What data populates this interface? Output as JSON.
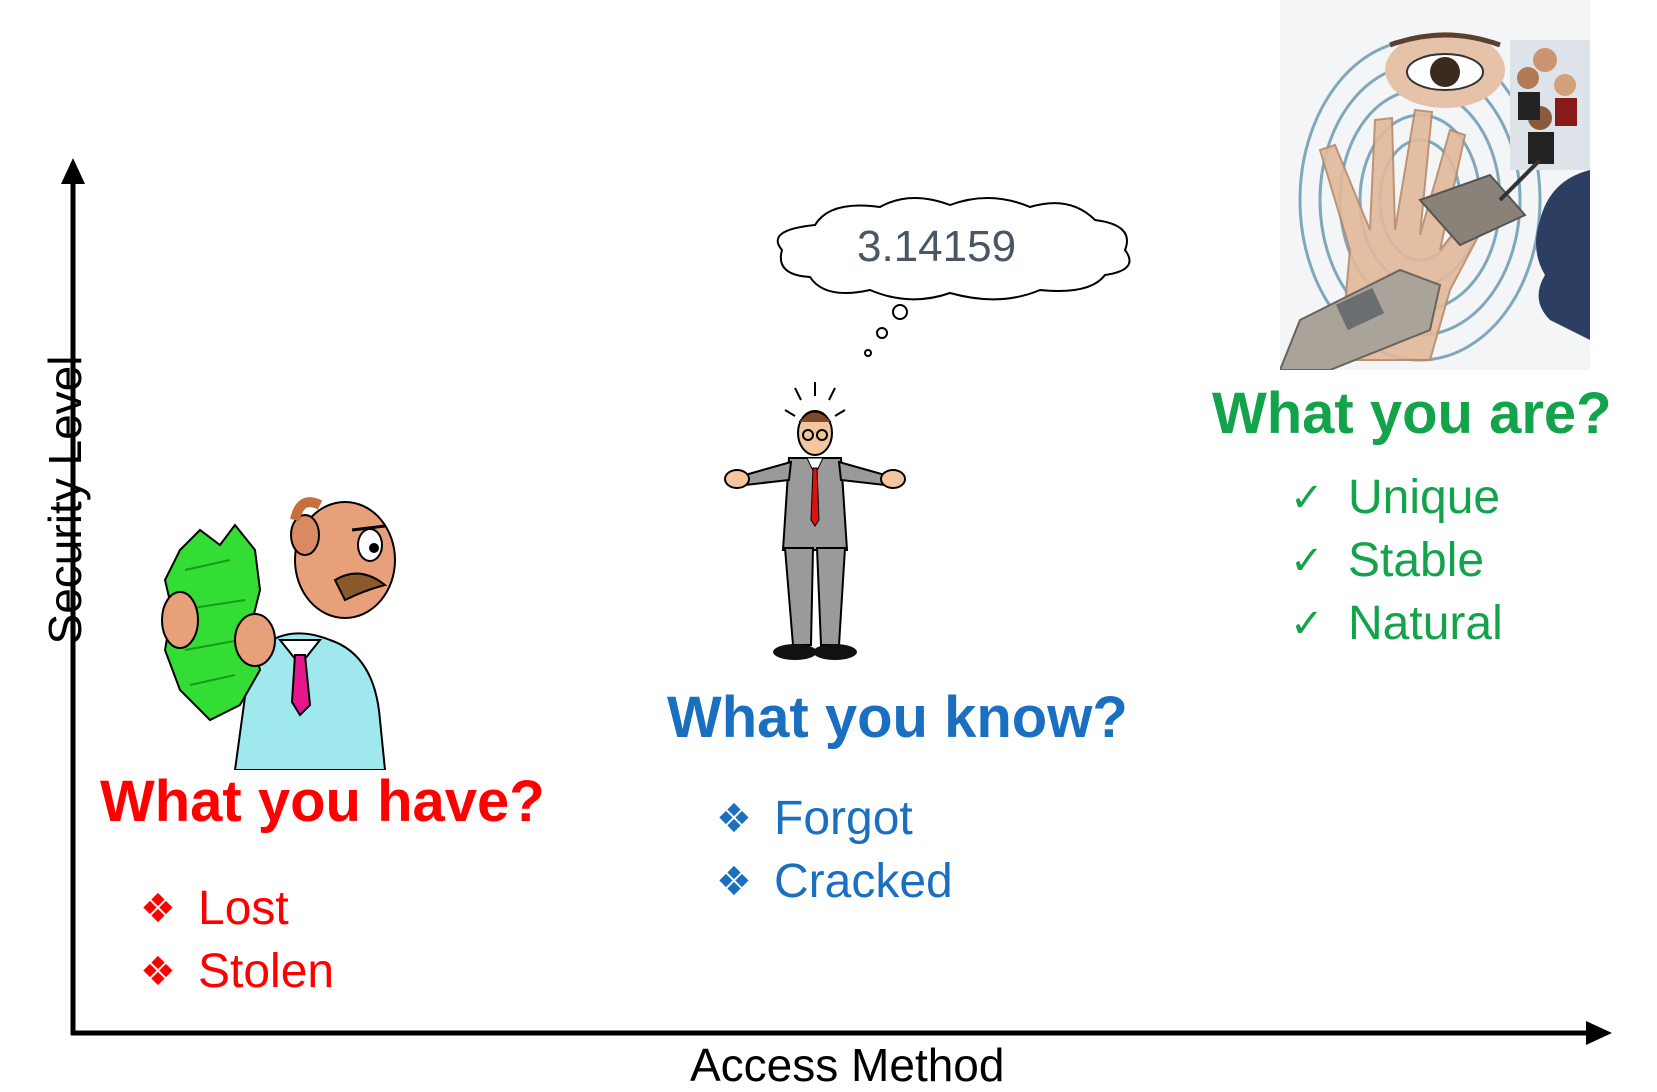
{
  "axes": {
    "y_label": "Security Level",
    "x_label": "Access Method"
  },
  "have": {
    "heading": "What you have?",
    "items": [
      "Lost",
      "Stolen"
    ],
    "bullet": "❖",
    "color": "#ff0000"
  },
  "know": {
    "heading": "What you know?",
    "items": [
      "Forgot",
      "Cracked"
    ],
    "bullet": "❖",
    "color": "#1a6fc0",
    "thought": "3.14159"
  },
  "are": {
    "heading": "What you are?",
    "items": [
      "Unique",
      "Stable",
      "Natural"
    ],
    "bullet": "✓",
    "color": "#13a34a"
  },
  "icons": [
    "money-holding-man-illustration",
    "confused-man-illustration",
    "thought-bubble-icon",
    "biometrics-collage-image"
  ]
}
